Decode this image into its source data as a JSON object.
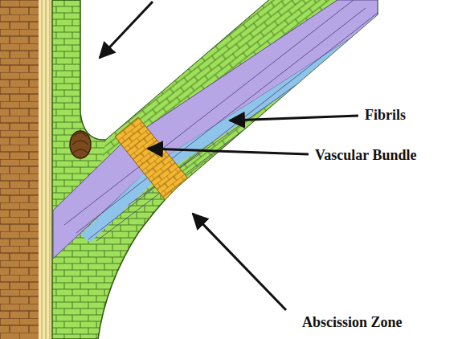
{
  "diagram": {
    "labels": [
      "Fibrils",
      "Vascular Bundle",
      "Abscission Zone"
    ]
  }
}
